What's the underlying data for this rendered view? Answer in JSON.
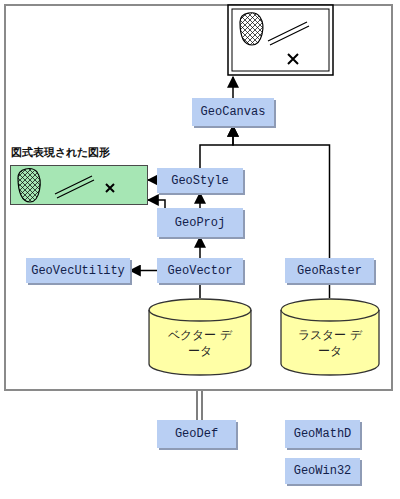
{
  "diagram": {
    "nodes": [
      {
        "text": [
          "GeoCanvas"
        ]
      },
      {
        "text": [
          "図式表現された図形"
        ]
      },
      {
        "text": [
          "GeoStyle"
        ]
      },
      {
        "text": [
          "GeoProj"
        ]
      },
      {
        "text": [
          "GeoVecUtility"
        ]
      },
      {
        "text": [
          "GeoVector"
        ]
      },
      {
        "text": [
          "GeoRaster"
        ]
      },
      {
        "text": [
          "ベクター データ"
        ]
      },
      {
        "text": [
          "ラスター データ"
        ]
      },
      {
        "text": [
          "GeoDef"
        ]
      },
      {
        "text": [
          "GeoMathD"
        ]
      },
      {
        "text": [
          "GeoWin32"
        ]
      }
    ],
    "edges": [
      {
        "from": 2,
        "to": 0,
        "arrow": "to"
      },
      {
        "from": 6,
        "to": 0,
        "arrow": "to"
      },
      {
        "from": 2,
        "to": 1,
        "arrow": "to"
      },
      {
        "from": 3,
        "to": 1,
        "arrow": "to"
      },
      {
        "from": 3,
        "to": 2,
        "arrow": "to"
      },
      {
        "from": 5,
        "to": 3,
        "arrow": "to"
      },
      {
        "from": 5,
        "to": 4,
        "arrow": "to"
      },
      {
        "from": 7,
        "to": 5,
        "arrow": "none"
      },
      {
        "from": 8,
        "to": 6,
        "arrow": "none"
      }
    ]
  }
}
